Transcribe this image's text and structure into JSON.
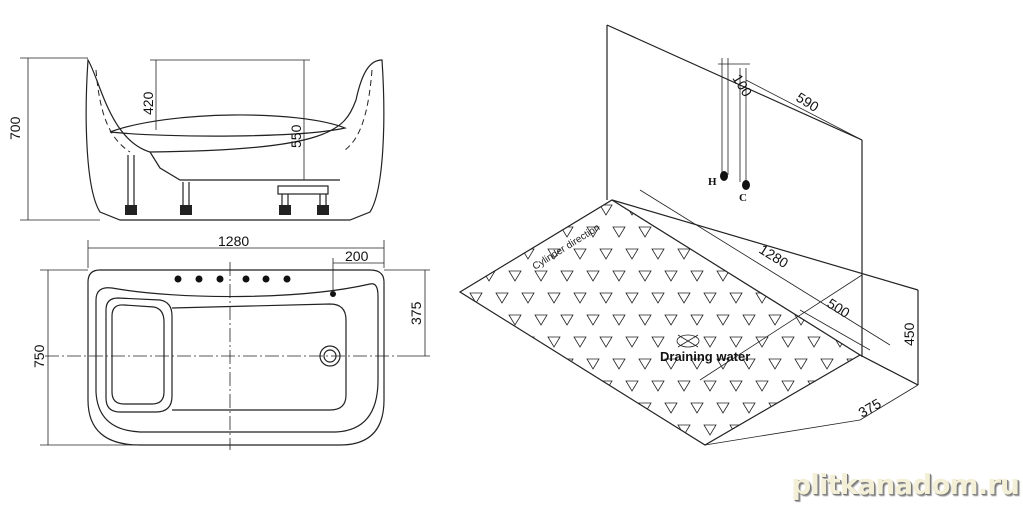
{
  "side_view": {
    "height_total": "700",
    "dim_420": "420",
    "dim_550": "550"
  },
  "top_view": {
    "length": "1280",
    "width": "750",
    "drain_offset": "200",
    "drain_center": "375"
  },
  "install_view": {
    "pipe_spacing": "100",
    "pipe_offset": "590",
    "length": "1280",
    "drain_offset": "500",
    "height": "450",
    "drain_width": "375",
    "hot_label": "H",
    "cold_label": "C",
    "drain_label": "Draining water",
    "direction_label": "Cylinder direction"
  },
  "watermark": "plitkanadom.ru"
}
